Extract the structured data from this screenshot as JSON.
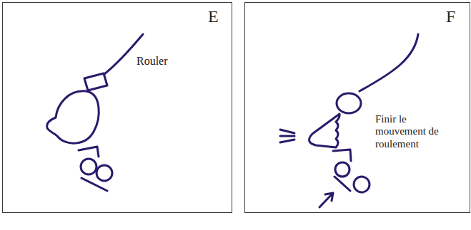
{
  "diagram": {
    "nodes": [
      {
        "text": [
          "E",
          "Rouler"
        ]
      },
      {
        "text": [
          "F",
          "Finir le mouvement de roulement"
        ]
      }
    ]
  }
}
